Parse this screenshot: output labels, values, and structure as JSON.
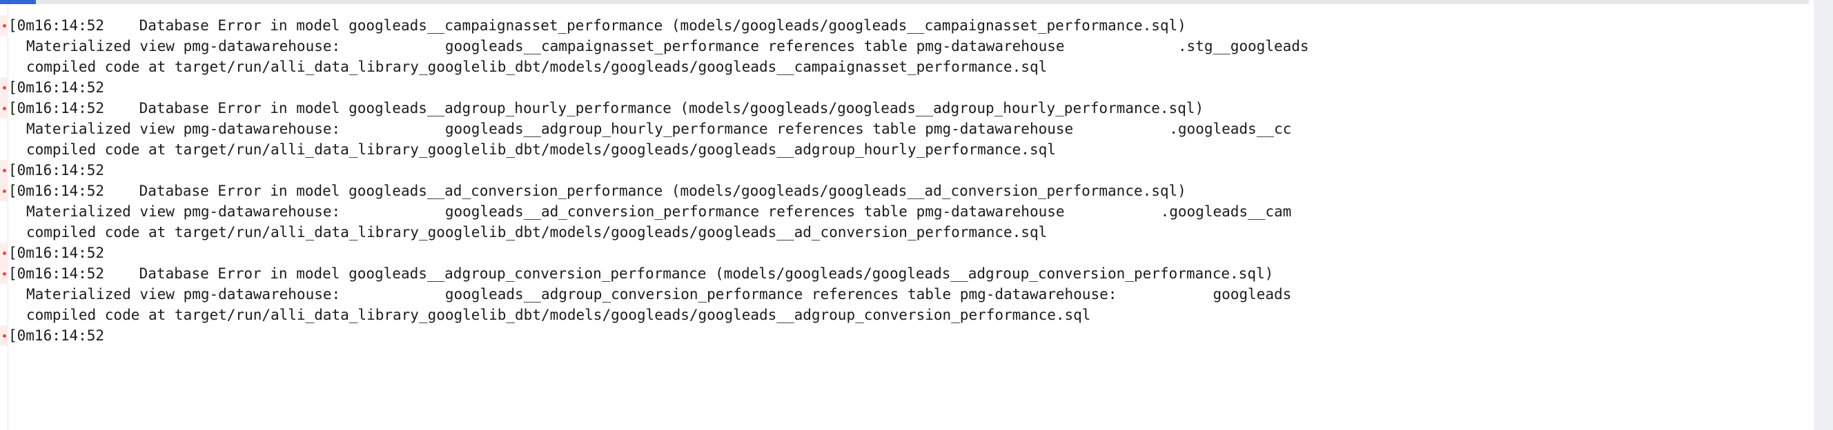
{
  "progress": {
    "name": "loading-progress-bar",
    "percent": 2,
    "fill_color": "#3367d6",
    "track_color": "#e7e7e9"
  },
  "scrollbar": {
    "name": "vertical-scrollbar",
    "track_color": "#eef0f4"
  },
  "colors": {
    "error_marker": "#e8493a",
    "error_marker_bg": "#fdeeec",
    "text": "#1b1b1b",
    "background": "#ffffff"
  },
  "log": {
    "title": "dbt run log output",
    "timestamp": "16:14:52",
    "lines": [
      {
        "id": "line-1",
        "error": true,
        "indent": 0,
        "text": "[0m16:14:52    Database Error in model googleads__campaignasset_performance (models/googleads/googleads__campaignasset_performance.sql)"
      },
      {
        "id": "line-2",
        "error": false,
        "indent": 1,
        "text": "Materialized view pmg-datawarehouse:            googleads__campaignasset_performance references table pmg-datawarehouse             .stg__googleads"
      },
      {
        "id": "line-3",
        "error": false,
        "indent": 1,
        "text": "compiled code at target/run/alli_data_library_googlelib_dbt/models/googleads/googleads__campaignasset_performance.sql"
      },
      {
        "id": "line-4",
        "error": true,
        "indent": 0,
        "text": "[0m16:14:52"
      },
      {
        "id": "line-5",
        "error": true,
        "indent": 0,
        "text": "[0m16:14:52    Database Error in model googleads__adgroup_hourly_performance (models/googleads/googleads__adgroup_hourly_performance.sql)"
      },
      {
        "id": "line-6",
        "error": false,
        "indent": 1,
        "text": "Materialized view pmg-datawarehouse:            googleads__adgroup_hourly_performance references table pmg-datawarehouse           .googleads__cc"
      },
      {
        "id": "line-7",
        "error": false,
        "indent": 1,
        "text": "compiled code at target/run/alli_data_library_googlelib_dbt/models/googleads/googleads__adgroup_hourly_performance.sql"
      },
      {
        "id": "line-8",
        "error": true,
        "indent": 0,
        "text": "[0m16:14:52"
      },
      {
        "id": "line-9",
        "error": true,
        "indent": 0,
        "text": "[0m16:14:52    Database Error in model googleads__ad_conversion_performance (models/googleads/googleads__ad_conversion_performance.sql)"
      },
      {
        "id": "line-10",
        "error": false,
        "indent": 1,
        "text": "Materialized view pmg-datawarehouse:            googleads__ad_conversion_performance references table pmg-datawarehouse           .googleads__cam"
      },
      {
        "id": "line-11",
        "error": false,
        "indent": 1,
        "text": "compiled code at target/run/alli_data_library_googlelib_dbt/models/googleads/googleads__ad_conversion_performance.sql"
      },
      {
        "id": "line-12",
        "error": true,
        "indent": 0,
        "text": "[0m16:14:52"
      },
      {
        "id": "line-13",
        "error": true,
        "indent": 0,
        "text": "[0m16:14:52    Database Error in model googleads__adgroup_conversion_performance (models/googleads/googleads__adgroup_conversion_performance.sql)"
      },
      {
        "id": "line-14",
        "error": false,
        "indent": 1,
        "text": "Materialized view pmg-datawarehouse:            googleads__adgroup_conversion_performance references table pmg-datawarehouse:           googleads"
      },
      {
        "id": "line-15",
        "error": false,
        "indent": 1,
        "text": "compiled code at target/run/alli_data_library_googlelib_dbt/models/googleads/googleads__adgroup_conversion_performance.sql"
      },
      {
        "id": "line-16",
        "error": true,
        "indent": 0,
        "text": "[0m16:14:52"
      }
    ]
  }
}
